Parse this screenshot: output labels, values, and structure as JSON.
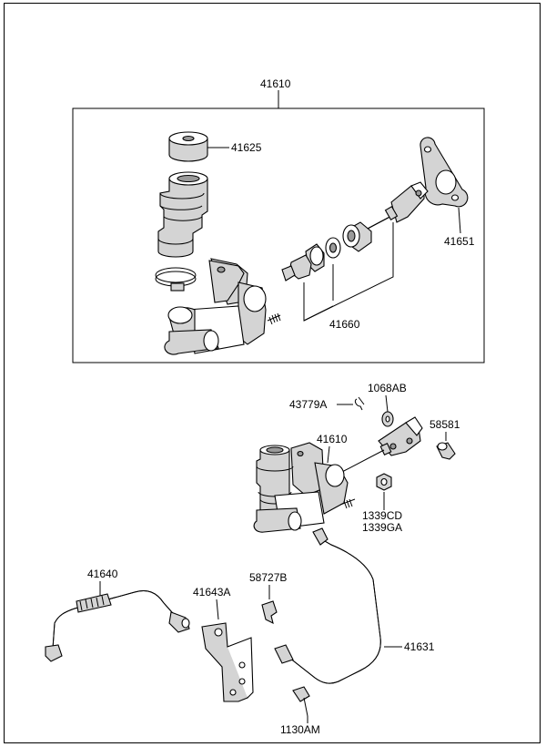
{
  "labels": {
    "assembly_top": "41610",
    "reservoir_cap": "41625",
    "gasket": "41651",
    "piston_kit": "41660",
    "clip_pin": "43779A",
    "washer": "1068AB",
    "pin": "58581",
    "assembly_lower": "41610",
    "nut_a": "1339CD",
    "nut_b": "1339GA",
    "hose": "41640",
    "bracket": "41643A",
    "clip": "58727B",
    "tube": "41631",
    "bolt": "1130AM"
  }
}
